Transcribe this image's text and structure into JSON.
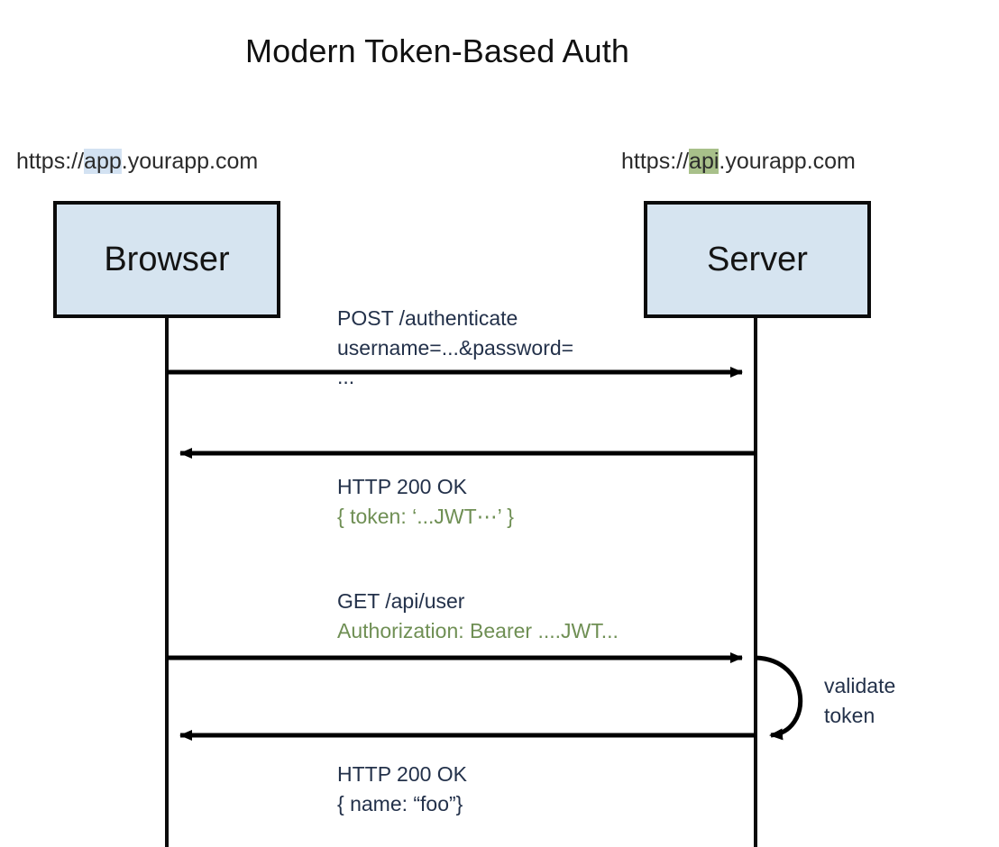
{
  "title": "Modern Token-Based Auth",
  "participants": [
    {
      "id": "browser",
      "name": "Browser",
      "url_prefix": "https://",
      "url_highlight": "app",
      "url_suffix": ".yourapp.com",
      "highlight_color": "#d3e2f2",
      "box_fill": "#d6e4f0",
      "box_stroke": "#0b0b0b"
    },
    {
      "id": "server",
      "name": "Server",
      "url_prefix": "https://",
      "url_highlight": "api",
      "url_suffix": ".yourapp.com",
      "highlight_color": "#a8c08a",
      "box_fill": "#d6e4f0",
      "box_stroke": "#0b0b0b"
    }
  ],
  "messages": [
    {
      "id": "post-authenticate",
      "direction": "browser-to-server",
      "line1": "POST /authenticate",
      "line2": "username=...&password=",
      "line3": "..."
    },
    {
      "id": "auth-response",
      "direction": "server-to-browser",
      "line1": "HTTP 200 OK",
      "line2": "{ token: ‘...JWT⋯’ }"
    },
    {
      "id": "get-api-user",
      "direction": "browser-to-server",
      "line1": "GET /api/user",
      "line2": "Authorization: Bearer ....JWT..."
    },
    {
      "id": "user-response",
      "direction": "server-to-browser",
      "line1": "HTTP 200 OK",
      "line2": "{ name: “foo”}"
    }
  ],
  "self_message": {
    "id": "validate-token",
    "line1": "validate",
    "line2": "token"
  }
}
